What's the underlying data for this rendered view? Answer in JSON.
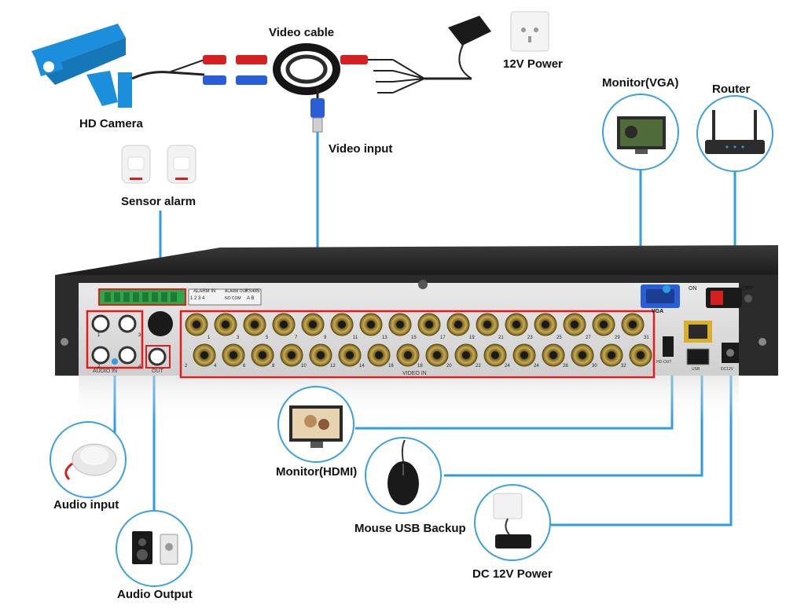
{
  "labels": {
    "video_cable": "Video cable",
    "power_12v": "12V Power",
    "hd_camera": "HD Camera",
    "video_input": "Video input",
    "sensor_alarm": "Sensor alarm",
    "monitor_vga": "Monitor(VGA)",
    "router": "Router",
    "monitor_hdmi": "Monitor(HDMI)",
    "audio_input": "Audio input",
    "mouse_usb_backup": "Mouse USB Backup",
    "audio_output": "Audio Output",
    "dc_12v_power": "DC 12V Power"
  },
  "panel": {
    "alarm_in": "ALARM IN",
    "alarm_in_nums": [
      "1",
      "2",
      "3",
      "4"
    ],
    "alarm_out": "ALARM OUT",
    "alarm_out_terms": "NO COM",
    "rs485": "RS485",
    "rs485_terms": [
      "A",
      "B"
    ],
    "vga": "VGA",
    "on": "ON",
    "off": "OFF",
    "audio_in": "AUDIO IN",
    "audio_in_nums": [
      "1",
      "3",
      "2",
      "4"
    ],
    "audio_out": "OUT",
    "video_in": "VIDEO IN",
    "hdmi": "HD-OUT",
    "usb": "USB",
    "dc": "DC12V",
    "video_top_nums": [
      "1",
      "3",
      "5",
      "7",
      "9",
      "11",
      "13",
      "15",
      "17",
      "19",
      "21",
      "23",
      "25",
      "27",
      "29",
      "31"
    ],
    "video_bottom_nums": [
      "2",
      "4",
      "6",
      "8",
      "10",
      "12",
      "14",
      "16",
      "18",
      "20",
      "22",
      "24",
      "24",
      "28",
      "30",
      "32"
    ]
  },
  "colors": {
    "connector_line": "#2f9be0",
    "highlight_box": "#e21b1b",
    "camera_blue": "#1b8fdc",
    "dvr_body": "#2b2b2b",
    "bnc_gold": "#b89a3e"
  }
}
